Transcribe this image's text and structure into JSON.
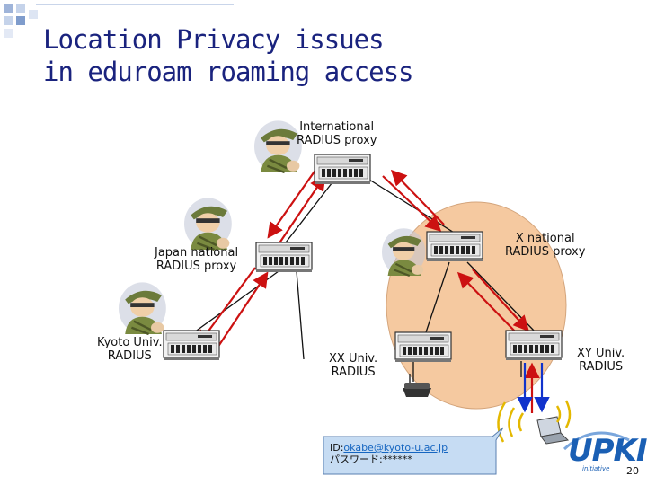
{
  "title": {
    "line1": "Location Privacy issues",
    "line2": "in eduroam roaming access"
  },
  "nodes": {
    "international": {
      "line1": "International",
      "line2": "RADIUS proxy"
    },
    "japan": {
      "line1": "Japan national",
      "line2": "RADIUS proxy"
    },
    "x_national": {
      "line1": "X national",
      "line2": "RADIUS proxy"
    },
    "kyoto": {
      "line1": "Kyoto Univ.",
      "line2": "RADIUS"
    },
    "xx_univ": {
      "line1": "XX Univ.",
      "line2": "RADIUS"
    },
    "xy_univ": {
      "line1": "XY Univ.",
      "line2": "RADIUS"
    }
  },
  "callout": {
    "id_prefix": "ID:",
    "id_value": "okabe@kyoto-u.ac.jp",
    "password_line": "パスワード:******"
  },
  "logo": {
    "text": "UPKI",
    "sub": "initiative"
  },
  "page_number": "20",
  "colors": {
    "title": "#1a237e",
    "request_arrow": "#cc1111",
    "response_arrow": "#1133cc",
    "region_fill": "#f5c9a0",
    "callout_fill": "#c6dcf3"
  },
  "icons": [
    "spy-icon",
    "server-icon",
    "wireless-ap-icon",
    "laptop-icon"
  ]
}
